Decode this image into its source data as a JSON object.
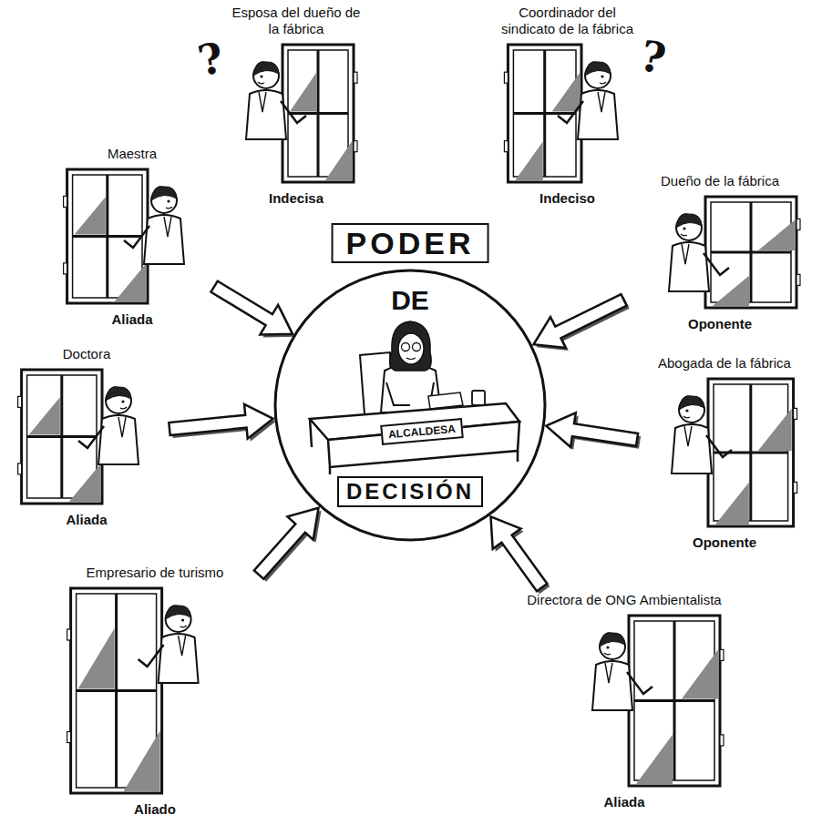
{
  "diagram": {
    "nodes": [
      {
        "text": [
          "PODER",
          "DE",
          "DECISIÓN"
        ]
      },
      {
        "text": [
          "ALCALDESA"
        ],
        "in": 0
      },
      {
        "text": [
          "Esposa del dueño de la fábrica",
          "Indecisa"
        ]
      },
      {
        "text": [
          "Coordinador del sindicato de la fábrica",
          "Indeciso"
        ]
      },
      {
        "text": [
          "Maestra",
          "Aliada"
        ]
      },
      {
        "text": [
          "Dueño de la fábrica",
          "Oponente"
        ]
      },
      {
        "text": [
          "Doctora",
          "Aliada"
        ]
      },
      {
        "text": [
          "Abogada de la fábrica",
          "Oponente"
        ]
      },
      {
        "text": [
          "Empresario de turismo",
          "Aliado"
        ]
      },
      {
        "text": [
          "Directora de ONG Ambientalista",
          "Aliada"
        ]
      }
    ],
    "edges": [
      {
        "from": 4,
        "to": 0,
        "arrow": "to"
      },
      {
        "from": 5,
        "to": 0,
        "arrow": "to"
      },
      {
        "from": 6,
        "to": 0,
        "arrow": "to"
      },
      {
        "from": 7,
        "to": 0,
        "arrow": "to"
      },
      {
        "from": 8,
        "to": 0,
        "arrow": "to"
      },
      {
        "from": 9,
        "to": 0,
        "arrow": "to"
      }
    ],
    "labels": [
      "?",
      "?"
    ]
  }
}
